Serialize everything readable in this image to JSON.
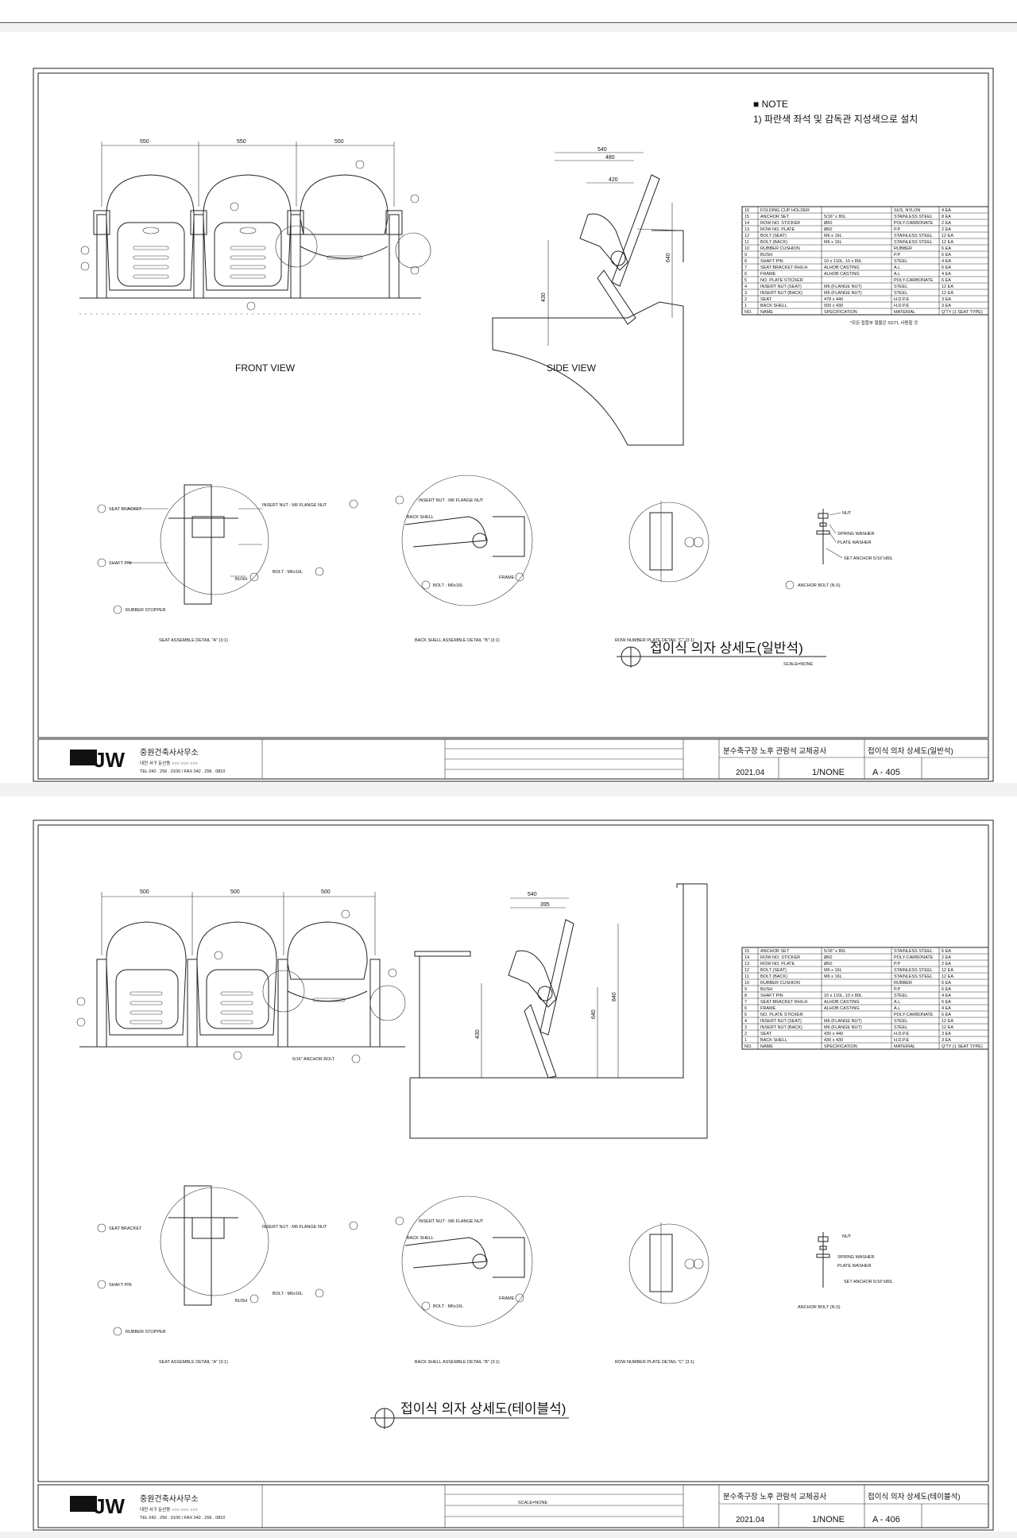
{
  "sheets": [
    {
      "note": {
        "heading": "■ NOTE",
        "line1": "1) 파란색 좌석 및 감독관 지성색으로 설치"
      },
      "front_view": {
        "label": "FRONT VIEW",
        "dims": [
          "550",
          "550",
          "550"
        ]
      },
      "side_view": {
        "label": "SIDE VIEW",
        "dims": [
          "540",
          "480",
          "420",
          "430",
          "640"
        ]
      },
      "parts_table": {
        "rows": [
          [
            "16",
            "FOLDING CUP HOLDER",
            "",
            "SUS, NYLON",
            "4 EA"
          ],
          [
            "15",
            "ANCHOR SET",
            "5/16\" x 80L",
            "STAINLESS STEEL",
            "8 EA"
          ],
          [
            "14",
            "ROW NO. STICKER",
            "Ø60",
            "POLY-CARBONATE",
            "2 EA"
          ],
          [
            "13",
            "ROW NO. PLATE",
            "Ø60",
            "P.P",
            "2 EA"
          ],
          [
            "12",
            "BOLT (SEAT)",
            "M6 x 16L",
            "STAINLESS STEEL",
            "12 EA"
          ],
          [
            "11",
            "BOLT (BACK)",
            "M6 x 16L",
            "STAINLESS STEEL",
            "12 EA"
          ],
          [
            "10",
            "RUBBER CUSHION",
            "",
            "RUBBER",
            "6 EA"
          ],
          [
            "9",
            "BUSH",
            "",
            "P.P",
            "6 EA"
          ],
          [
            "8",
            "SHAFT PIN",
            "10 x 110L, 10 x 80L",
            "STEEL",
            "4 EA"
          ],
          [
            "7",
            "SEAT BRACKET RH/LH",
            "ALHOB CASTING",
            "A.L",
            "6 EA"
          ],
          [
            "6",
            "FRAME",
            "ALHOB CASTING",
            "A.L",
            "4 EA"
          ],
          [
            "5",
            "NO. PLATE STICKER",
            "",
            "POLY-CARBONATE",
            "6 EA"
          ],
          [
            "4",
            "INSERT NUT (SEAT)",
            "M6 (FLANGE NUT)",
            "STEEL",
            "12 EA"
          ],
          [
            "3",
            "INSERT NUT (BACK)",
            "M6 (FLANGE NUT)",
            "STEEL",
            "12 EA"
          ],
          [
            "2",
            "SEAT",
            "478 x 440",
            "H.D.P.E",
            "3 EA"
          ],
          [
            "1",
            "BACK SHELL",
            "500 x 430",
            "H.D.P.E",
            "3 EA"
          ]
        ],
        "header": [
          "NO.",
          "NAME",
          "SPECIFICATION",
          "MATERIAL",
          "Q'TY (1 SEAT TYPE)"
        ],
        "footnote": "*모든 접합부 철물은 SST'L 사용할 것"
      },
      "details": {
        "seat": "SEAT ASSEMBLE DETAIL \"A\" (3:1)",
        "back": "BACK SHELL ASSEMBLE DETAIL \"B\" (3:1)",
        "row": "ROW NUMBER PLATE DETAIL \"C\" (3:1)",
        "anchor": "ANCHOR BOLT (N.S)",
        "seat_bracket": "SEAT BRACKET",
        "shaft_pin": "SHAFT PIN",
        "rubber_stopper": "RUBBER STOPPER",
        "insert_nut": "INSERT NUT : M6 FLANGE NUT",
        "bush": "BUSH",
        "bolt": "BOLT : M6x16L",
        "back_shell": "BACK SHELL",
        "frame": "FRAME",
        "nut": "NUT",
        "spring_washer": "SPRING WASHER",
        "plate_washer": "PLATE WASHER",
        "set_anchor": "SET ANCHOR 5/16\"x80L"
      },
      "drawing_title": "접이식 의자 상세도(일반석)",
      "scale_label": "SCALE=NONE",
      "title_block": {
        "logo": "JW",
        "office": "중원건축사사무소",
        "address": "대전 서구 둔산동 ○○○ ○○○ ○○○",
        "phone": "TEL 042 . 256 . 0100 / FAX 042 . 256 . 0810",
        "project": "분수축구장 노후 관람석 교체공사",
        "sheet_name": "접이식 의자 상세도(일반석)",
        "date": "2021.04",
        "scale": "1/NONE",
        "sheet_no": "A - 405"
      }
    },
    {
      "front_view": {
        "dims": [
          "500",
          "500",
          "500"
        ],
        "anchor_label": "5/16\" ANCHOR BOLT"
      },
      "side_view": {
        "dims": [
          "540",
          "395",
          "430",
          "640",
          "840"
        ]
      },
      "parts_table": {
        "rows": [
          [
            "15",
            "ANCHOR SET",
            "5/16\" x 80L",
            "STAINLESS STEEL",
            "6 EA"
          ],
          [
            "14",
            "ROW NO. STICKER",
            "Ø60",
            "POLY-CARBONATE",
            "2 EA"
          ],
          [
            "13",
            "ROW NO. PLATE",
            "Ø60",
            "P.P",
            "2 EA"
          ],
          [
            "12",
            "BOLT (SEAT)",
            "M6 x 16L",
            "STAINLESS STEEL",
            "12 EA"
          ],
          [
            "11",
            "BOLT (BACK)",
            "M6 x 16L",
            "STAINLESS STEEL",
            "12 EA"
          ],
          [
            "10",
            "RUBBER CUSHION",
            "",
            "RUBBER",
            "6 EA"
          ],
          [
            "9",
            "BUSH",
            "",
            "P.P",
            "6 EA"
          ],
          [
            "8",
            "SHAFT PIN",
            "10 x 110L, 10 x 80L",
            "STEEL",
            "4 EA"
          ],
          [
            "7",
            "SEAT BRACKET RH/LH",
            "ALHOB CASTING",
            "A.L",
            "6 EA"
          ],
          [
            "6",
            "FRAME",
            "ALHOB CASTING",
            "A.L",
            "4 EA"
          ],
          [
            "5",
            "NO. PLATE STICKER",
            "",
            "POLY-CARBONATE",
            "6 EA"
          ],
          [
            "4",
            "INSERT NUT (SEAT)",
            "M6 (FLANGE NUT)",
            "STEEL",
            "12 EA"
          ],
          [
            "3",
            "INSERT NUT (BACK)",
            "M6 (FLANGE NUT)",
            "STEEL",
            "12 EA"
          ],
          [
            "2",
            "SEAT",
            "430 x 440",
            "H.D.P.E",
            "3 EA"
          ],
          [
            "1",
            "BACK SHELL",
            "430 x 430",
            "H.D.P.E",
            "3 EA"
          ]
        ],
        "header": [
          "NO.",
          "NAME",
          "SPECIFICATION",
          "MATERIAL",
          "Q'TY (1 SEAT TYPE)"
        ]
      },
      "drawing_title": "접이식 의자 상세도(테이블석)",
      "title_block": {
        "logo": "JW",
        "office": "중원건축사사무소",
        "address": "대전 서구 둔산동 ○○○ ○○○ ○○○",
        "phone": "TEL 042 . 256 . 0100 / FAX 042 . 256 . 0810",
        "project": "분수축구장 노후 관람석 교체공사",
        "sheet_name": "접이식 의자 상세도(테이블석)",
        "date": "2021.04",
        "scale": "1/NONE",
        "sheet_no": "A - 406",
        "revision_note": "SCALE=NONE"
      }
    }
  ]
}
